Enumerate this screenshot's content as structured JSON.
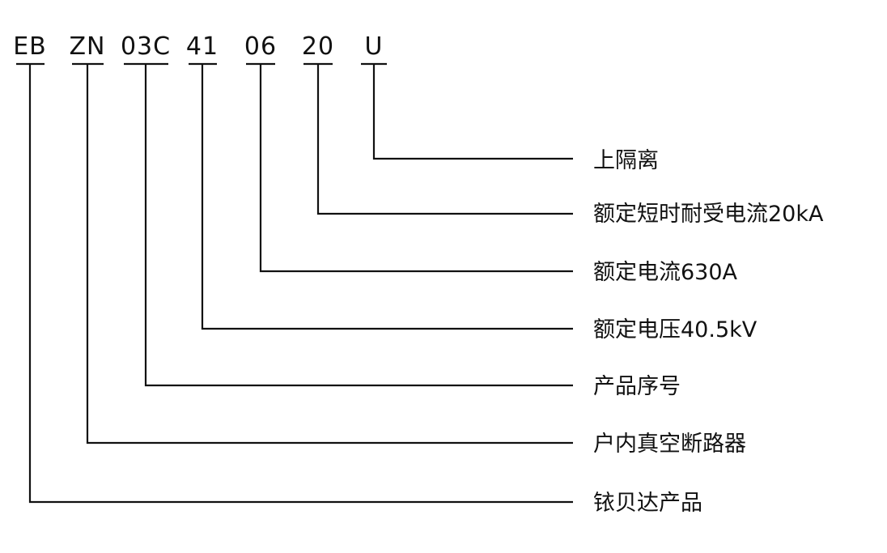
{
  "model_code": {
    "segments": [
      {
        "code": "EB",
        "meaning": "铱贝达产品"
      },
      {
        "code": "ZN",
        "meaning": "户内真空断路器"
      },
      {
        "code": "03C",
        "meaning": "产品序号"
      },
      {
        "code": "41",
        "meaning": "额定电压40.5kV"
      },
      {
        "code": "06",
        "meaning": "额定电流630A"
      },
      {
        "code": "20",
        "meaning": "额定短时耐受电流20kA"
      },
      {
        "code": "U",
        "meaning": "上隔离"
      }
    ]
  }
}
